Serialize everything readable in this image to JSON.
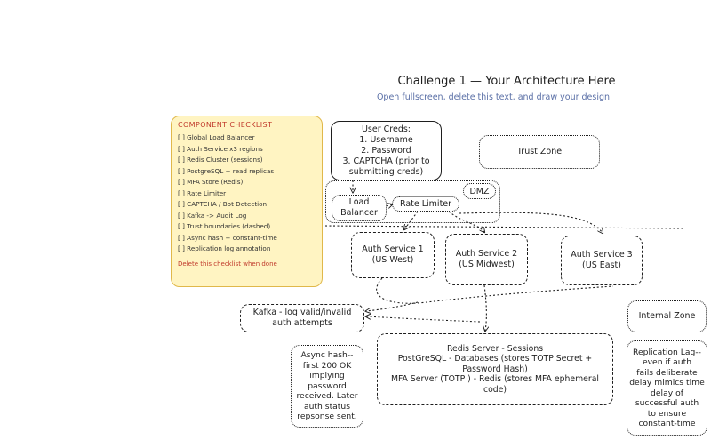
{
  "header": {
    "title": "Challenge 1 — Your Architecture Here",
    "subtitle": "Open fullscreen, delete this text, and draw your design"
  },
  "checklist": {
    "title": "COMPONENT CHECKLIST",
    "items": [
      "[ ] Global Load Balancer",
      "[ ] Auth Service x3 regions",
      "[ ] Redis Cluster (sessions)",
      "[ ] PostgreSQL + read replicas",
      "[ ] MFA Store (Redis)",
      "[ ] Rate Limiter",
      "[ ] CAPTCHA / Bot Detection",
      "[ ] Kafka -> Audit Log",
      "[ ] Trust boundaries (dashed)",
      "[ ] Async hash + constant-time",
      "[ ] Replication log annotation"
    ],
    "note": "Delete this checklist when done"
  },
  "nodes": {
    "user_creds": [
      "User Creds:",
      "1. Username",
      "2. Password",
      "3. CAPTCHA (prior to",
      "submitting creds)"
    ],
    "trust_zone": "Trust Zone",
    "dmz": "DMZ",
    "load_balancer": [
      "Load",
      "Balancer"
    ],
    "rate_limiter": "Rate Limiter",
    "auth1": [
      "Auth Service 1",
      "(US West)"
    ],
    "auth2": [
      "Auth Service 2",
      "(US Midwest)"
    ],
    "auth3": [
      "Auth Service 3",
      "(US East)"
    ],
    "kafka": [
      "Kafka - log valid/invalid",
      "auth attempts"
    ],
    "internal_zone": "Internal Zone",
    "databases": [
      "Redis Server - Sessions",
      "PostGreSQL - Databases (stores TOTP Secret +",
      "Password Hash)",
      "MFA Server (TOTP ) - Redis (stores MFA ephemeral",
      "code)"
    ],
    "async_note": [
      "Async hash--",
      "first 200 OK",
      "implying",
      "password",
      "received. Later",
      "auth status",
      "repsonse sent."
    ],
    "repl_note": [
      "Replication Lag--",
      "even if auth",
      "fails deliberate",
      "delay mimics time",
      "delay of",
      "successful auth",
      "to ensure",
      "constant-time"
    ]
  }
}
